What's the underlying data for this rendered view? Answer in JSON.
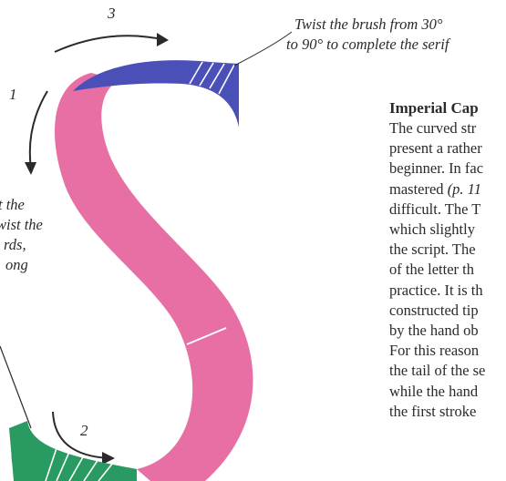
{
  "stroke_numbers": {
    "one": "1",
    "two": "2",
    "three": "3"
  },
  "captions": {
    "top_right": [
      "Twist the brush from 30°",
      "to 90° to complete the serif"
    ],
    "left_partial": [
      "t the",
      "wist the",
      "rds,",
      "ong"
    ]
  },
  "section": {
    "title": "Imperial Cap",
    "lines": [
      "The curved str",
      "present a rather",
      "beginner. In fac",
      {
        "pre": "mastered ",
        "italic": "(p. 11",
        "post": ""
      },
      "difficult. The T",
      "which slightly ",
      "the script. The ",
      "of the letter th",
      "practice. It is th",
      "constructed tip",
      "by the hand ob",
      "For this reason",
      "the tail of the se",
      "while the hand",
      "the first stroke "
    ]
  },
  "colors": {
    "pink": "#e86fa3",
    "blue": "#4b50b8",
    "green": "#2a9a63",
    "ink": "#2a2a2a"
  }
}
